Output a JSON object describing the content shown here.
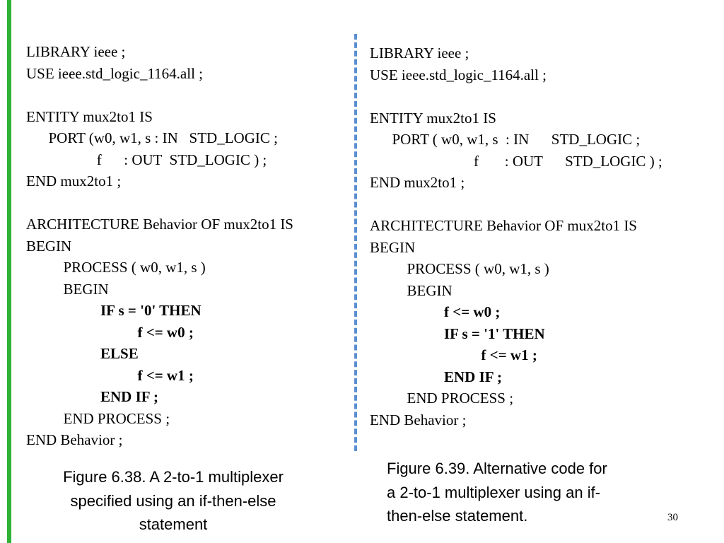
{
  "left_code": [
    {
      "text": "LIBRARY ieee ;",
      "bold": false
    },
    {
      "text": "USE ieee.std_logic_1164.all ;",
      "bold": false
    },
    {
      "text": "",
      "bold": false
    },
    {
      "text": "ENTITY mux2to1 IS",
      "bold": false
    },
    {
      "text": "      PORT (w0, w1, s : IN   STD_LOGIC ;",
      "bold": false
    },
    {
      "text": "                   f      : OUT  STD_LOGIC ) ;",
      "bold": false
    },
    {
      "text": "END mux2to1 ;",
      "bold": false
    },
    {
      "text": "",
      "bold": false
    },
    {
      "text": "ARCHITECTURE Behavior OF mux2to1 IS",
      "bold": false
    },
    {
      "text": "BEGIN",
      "bold": false
    },
    {
      "text": "          PROCESS ( w0, w1, s )",
      "bold": false
    },
    {
      "text": "          BEGIN",
      "bold": false
    },
    {
      "text": "                    IF s = '0' THEN",
      "bold": true
    },
    {
      "text": "                              f <= w0 ;",
      "bold": true
    },
    {
      "text": "                    ELSE",
      "bold": true
    },
    {
      "text": "                              f <= w1 ;",
      "bold": true
    },
    {
      "text": "                    END IF ;",
      "bold": true
    },
    {
      "text": "          END PROCESS ;",
      "bold": false
    },
    {
      "text": "END Behavior ;",
      "bold": false
    }
  ],
  "right_code": [
    {
      "text": "LIBRARY ieee ;",
      "bold": false
    },
    {
      "text": "USE ieee.std_logic_1164.all ;",
      "bold": false
    },
    {
      "text": "",
      "bold": false
    },
    {
      "text": "ENTITY mux2to1 IS",
      "bold": false
    },
    {
      "text": "      PORT ( w0, w1, s  : IN      STD_LOGIC ;",
      "bold": false
    },
    {
      "text": "                            f       : OUT      STD_LOGIC ) ;",
      "bold": false
    },
    {
      "text": "END mux2to1 ;",
      "bold": false
    },
    {
      "text": "",
      "bold": false
    },
    {
      "text": "ARCHITECTURE Behavior OF mux2to1 IS",
      "bold": false
    },
    {
      "text": "BEGIN",
      "bold": false
    },
    {
      "text": "          PROCESS ( w0, w1, s )",
      "bold": false
    },
    {
      "text": "          BEGIN",
      "bold": false
    },
    {
      "text": "                    f <= w0 ;",
      "bold": true
    },
    {
      "text": "                    IF s = '1' THEN",
      "bold": true
    },
    {
      "text": "                              f <= w1 ;",
      "bold": true
    },
    {
      "text": "                    END IF ;",
      "bold": true
    },
    {
      "text": "          END PROCESS ;",
      "bold": false
    },
    {
      "text": "END Behavior ;",
      "bold": false
    }
  ],
  "captions": {
    "left": [
      "Figure 6.38.   A 2-to-1 multiplexer",
      "specified using an if-then-else",
      "statement"
    ],
    "right": [
      "Figure 6.39.   Alternative code for",
      "a 2-to-1 multiplexer using an if-",
      "then-else statement."
    ]
  },
  "page_number": "30",
  "colors": {
    "accent_bar": "#2eb135",
    "divider": "#5b8fd0"
  }
}
